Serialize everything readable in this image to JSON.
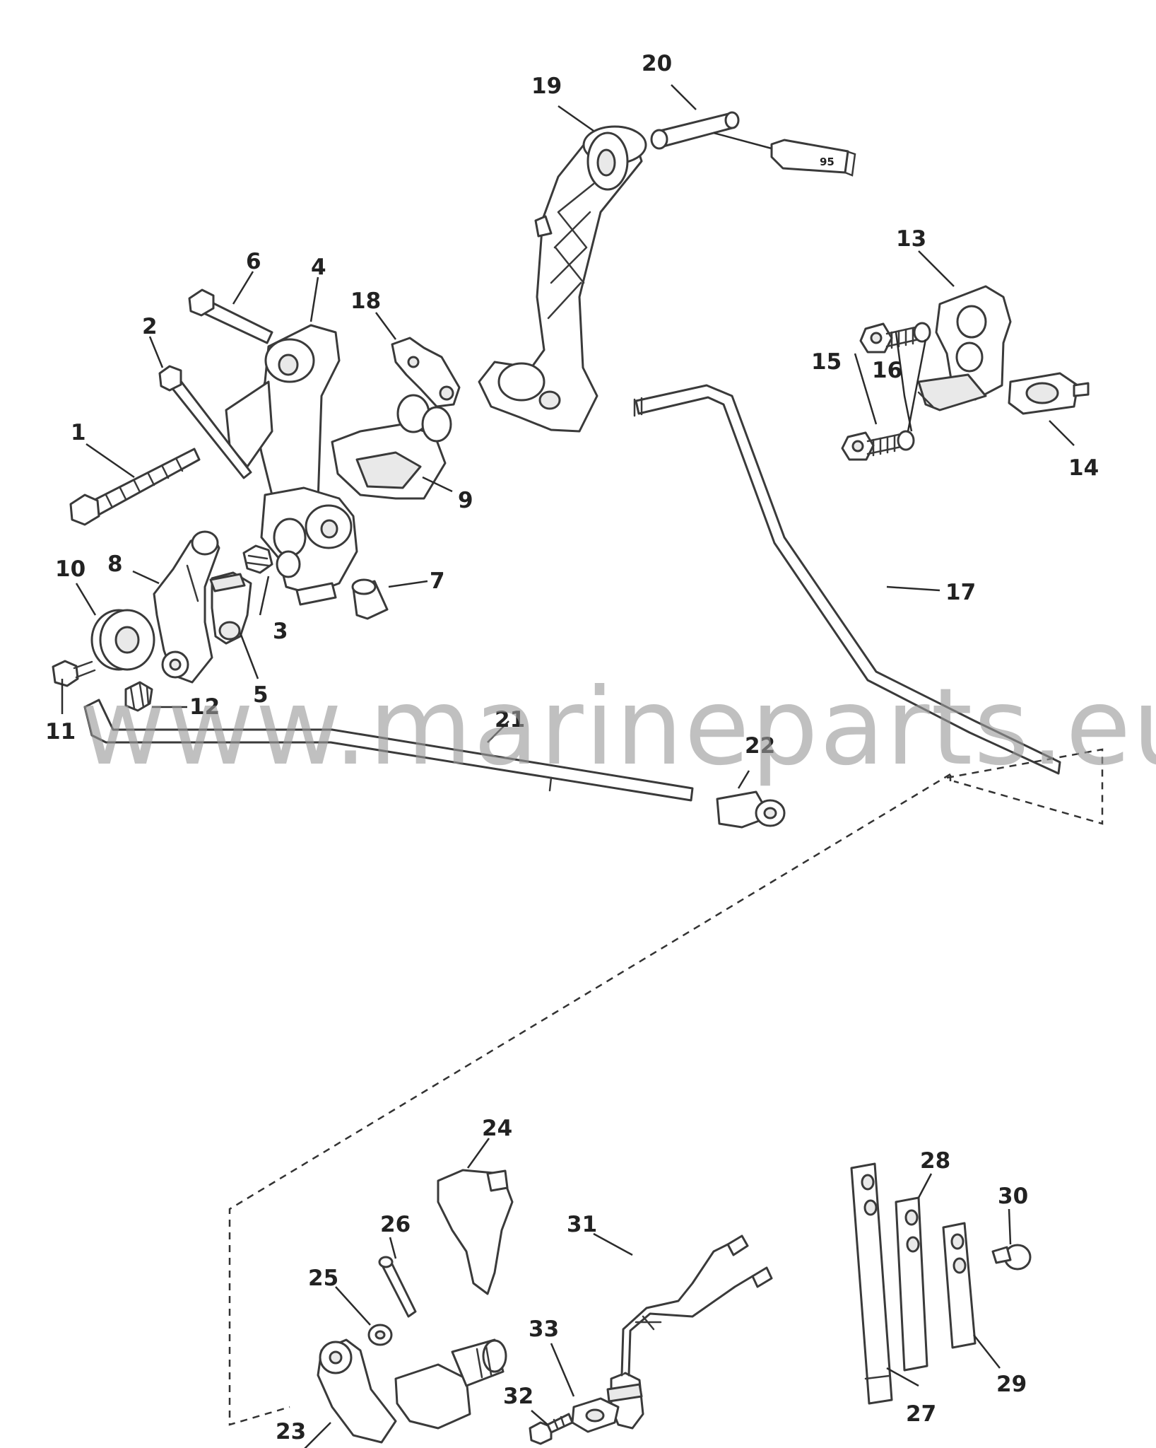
{
  "callouts": [
    "1",
    "2",
    "3",
    "4",
    "5",
    "6",
    "7",
    "8",
    "9",
    "10",
    "11",
    "12",
    "13",
    "14",
    "15",
    "16",
    "17",
    "18",
    "19",
    "20",
    "21",
    "22",
    "23",
    "24",
    "25",
    "26",
    "27",
    "28",
    "29",
    "30",
    "31",
    "32",
    "33"
  ],
  "tube_label": "95",
  "watermark": "www.marineparts.eu"
}
